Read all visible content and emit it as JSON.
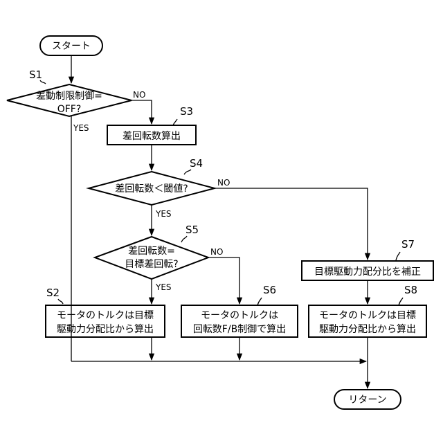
{
  "start": "スタート",
  "end": "リターン",
  "steps": {
    "s1": {
      "label": "S1",
      "lines": [
        "差動制限制御=",
        "OFF?"
      ]
    },
    "s2": {
      "label": "S2",
      "lines": [
        "モータのトルクは目標",
        "駆動力分配比から算出"
      ]
    },
    "s3": {
      "label": "S3",
      "lines": [
        "差回転数算出"
      ]
    },
    "s4": {
      "label": "S4",
      "lines": [
        "差回転数＜閾値?"
      ]
    },
    "s5": {
      "label": "S5",
      "lines": [
        "差回転数=",
        "目標差回転?"
      ]
    },
    "s6": {
      "label": "S6",
      "lines": [
        "モータのトルクは",
        "回転数F/B制御で算出"
      ]
    },
    "s7": {
      "label": "S7",
      "lines": [
        "目標駆動力配分比を補正"
      ]
    },
    "s8": {
      "label": "S8",
      "lines": [
        "モータのトルクは目標",
        "駆動力分配比から算出"
      ]
    }
  },
  "branches": {
    "s1_yes": "YES",
    "s1_no": "NO",
    "s4_yes": "YES",
    "s4_no": "NO",
    "s5_yes": "YES",
    "s5_no": "NO"
  }
}
